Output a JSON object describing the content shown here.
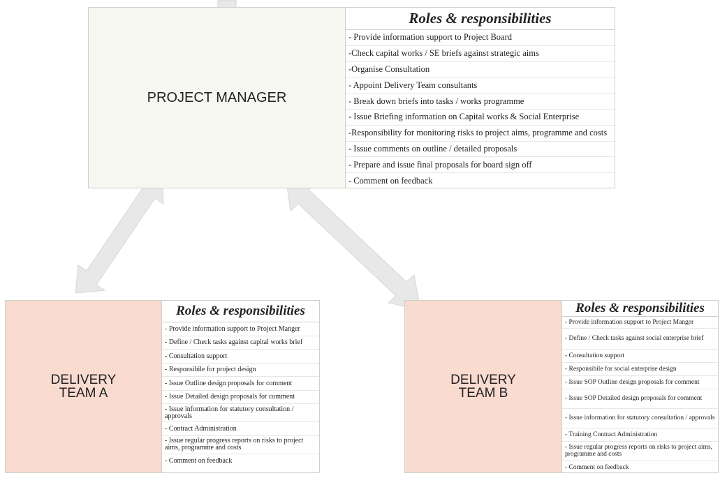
{
  "colors": {
    "manager_fill": "#f7f7f2",
    "team_fill": "#fadbd0",
    "arrow_fill": "#e8e8e8",
    "arrow_stroke": "#d6d6d6"
  },
  "project_manager": {
    "label": "PROJECT MANAGER",
    "roles_title": "Roles & responsibilities",
    "roles": [
      "- Provide information support to Project Board",
      "-Check capital works / SE briefs against strategic aims",
      "-Organise Consultation",
      "- Appoint Delivery Team consultants",
      "- Break down briefs into tasks / works programme",
      "- Issue Briefing information on Capital works & Social Enterprise",
      "-Responsibility for monitoring risks to project aims, programme and costs",
      "- Issue comments on outline / detailed proposals",
      "- Prepare and issue final proposals for board sign off",
      "- Comment on feedback"
    ]
  },
  "team_a": {
    "label_line1": "DELIVERY",
    "label_line2": "TEAM A",
    "roles_title": "Roles & responsibilities",
    "roles": [
      "- Provide information support to Project Manger",
      "- Define / Check tasks against capital works brief",
      "- Consultation support",
      "- Responsibile for project design",
      "- Issue Outline design proposals for comment",
      "- Issue Detailed design proposals for comment",
      "- Issue information for statutory consultation / approvals",
      "- Contract Administration",
      "- Issue regular progress reports on risks to project aims, programme and costs",
      "- Comment on feedback"
    ]
  },
  "team_b": {
    "label_line1": "DELIVERY",
    "label_line2": "TEAM B",
    "roles_title": "Roles & responsibilities",
    "roles": [
      "- Provide information support to Project Manger",
      "- Define / Check tasks against social enterprise brief",
      "- Consultation support",
      "- Responsibile for social enterprise design",
      "- Issue SOP Outline design proposals for comment",
      "- Issue SOP Detailed design proposals for comment",
      "- Issue information for statutory consultation / approvals",
      "- Training Contract Administration",
      "- Issue regular progress reports on risks to project aims, programme and costs",
      "- Comment on feedback"
    ]
  }
}
